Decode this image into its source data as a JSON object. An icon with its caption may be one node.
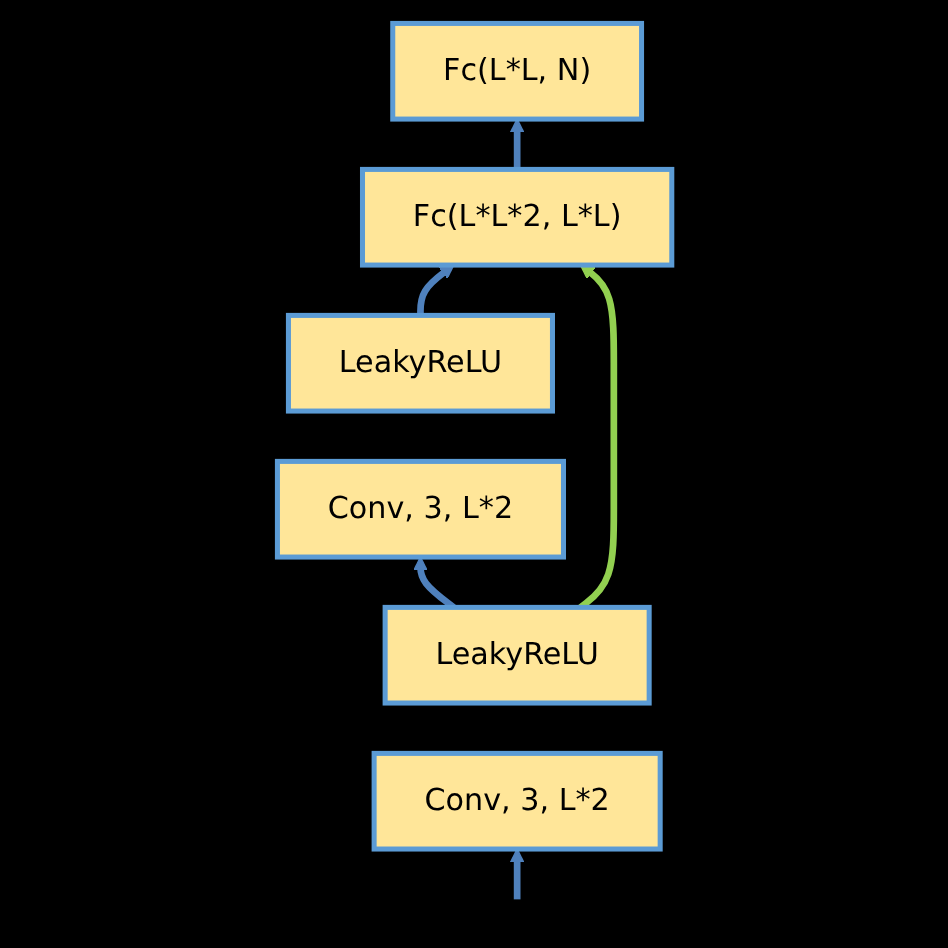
{
  "diagram": {
    "nodes": [
      {
        "text": [
          "Fc(L*L, N)"
        ]
      },
      {
        "text": [
          "Fc(L*L*2, L*L)"
        ]
      },
      {
        "text": [
          "LeakyReLU"
        ]
      },
      {
        "text": [
          "Conv, 3,  L*2"
        ]
      },
      {
        "text": [
          "LeakyReLU"
        ]
      },
      {
        "text": [
          "Conv, 3,  L*2"
        ]
      }
    ],
    "edges": [
      {
        "from": 1,
        "to": 0,
        "arrow": "to"
      },
      {
        "from": 2,
        "to": 1,
        "arrow": "to"
      },
      {
        "from": 4,
        "to": 3,
        "arrow": "to"
      },
      {
        "from": 4,
        "to": 1,
        "arrow": "to",
        "color": "#92d050"
      },
      {
        "from": null,
        "to": 5,
        "arrow": "to"
      }
    ]
  }
}
